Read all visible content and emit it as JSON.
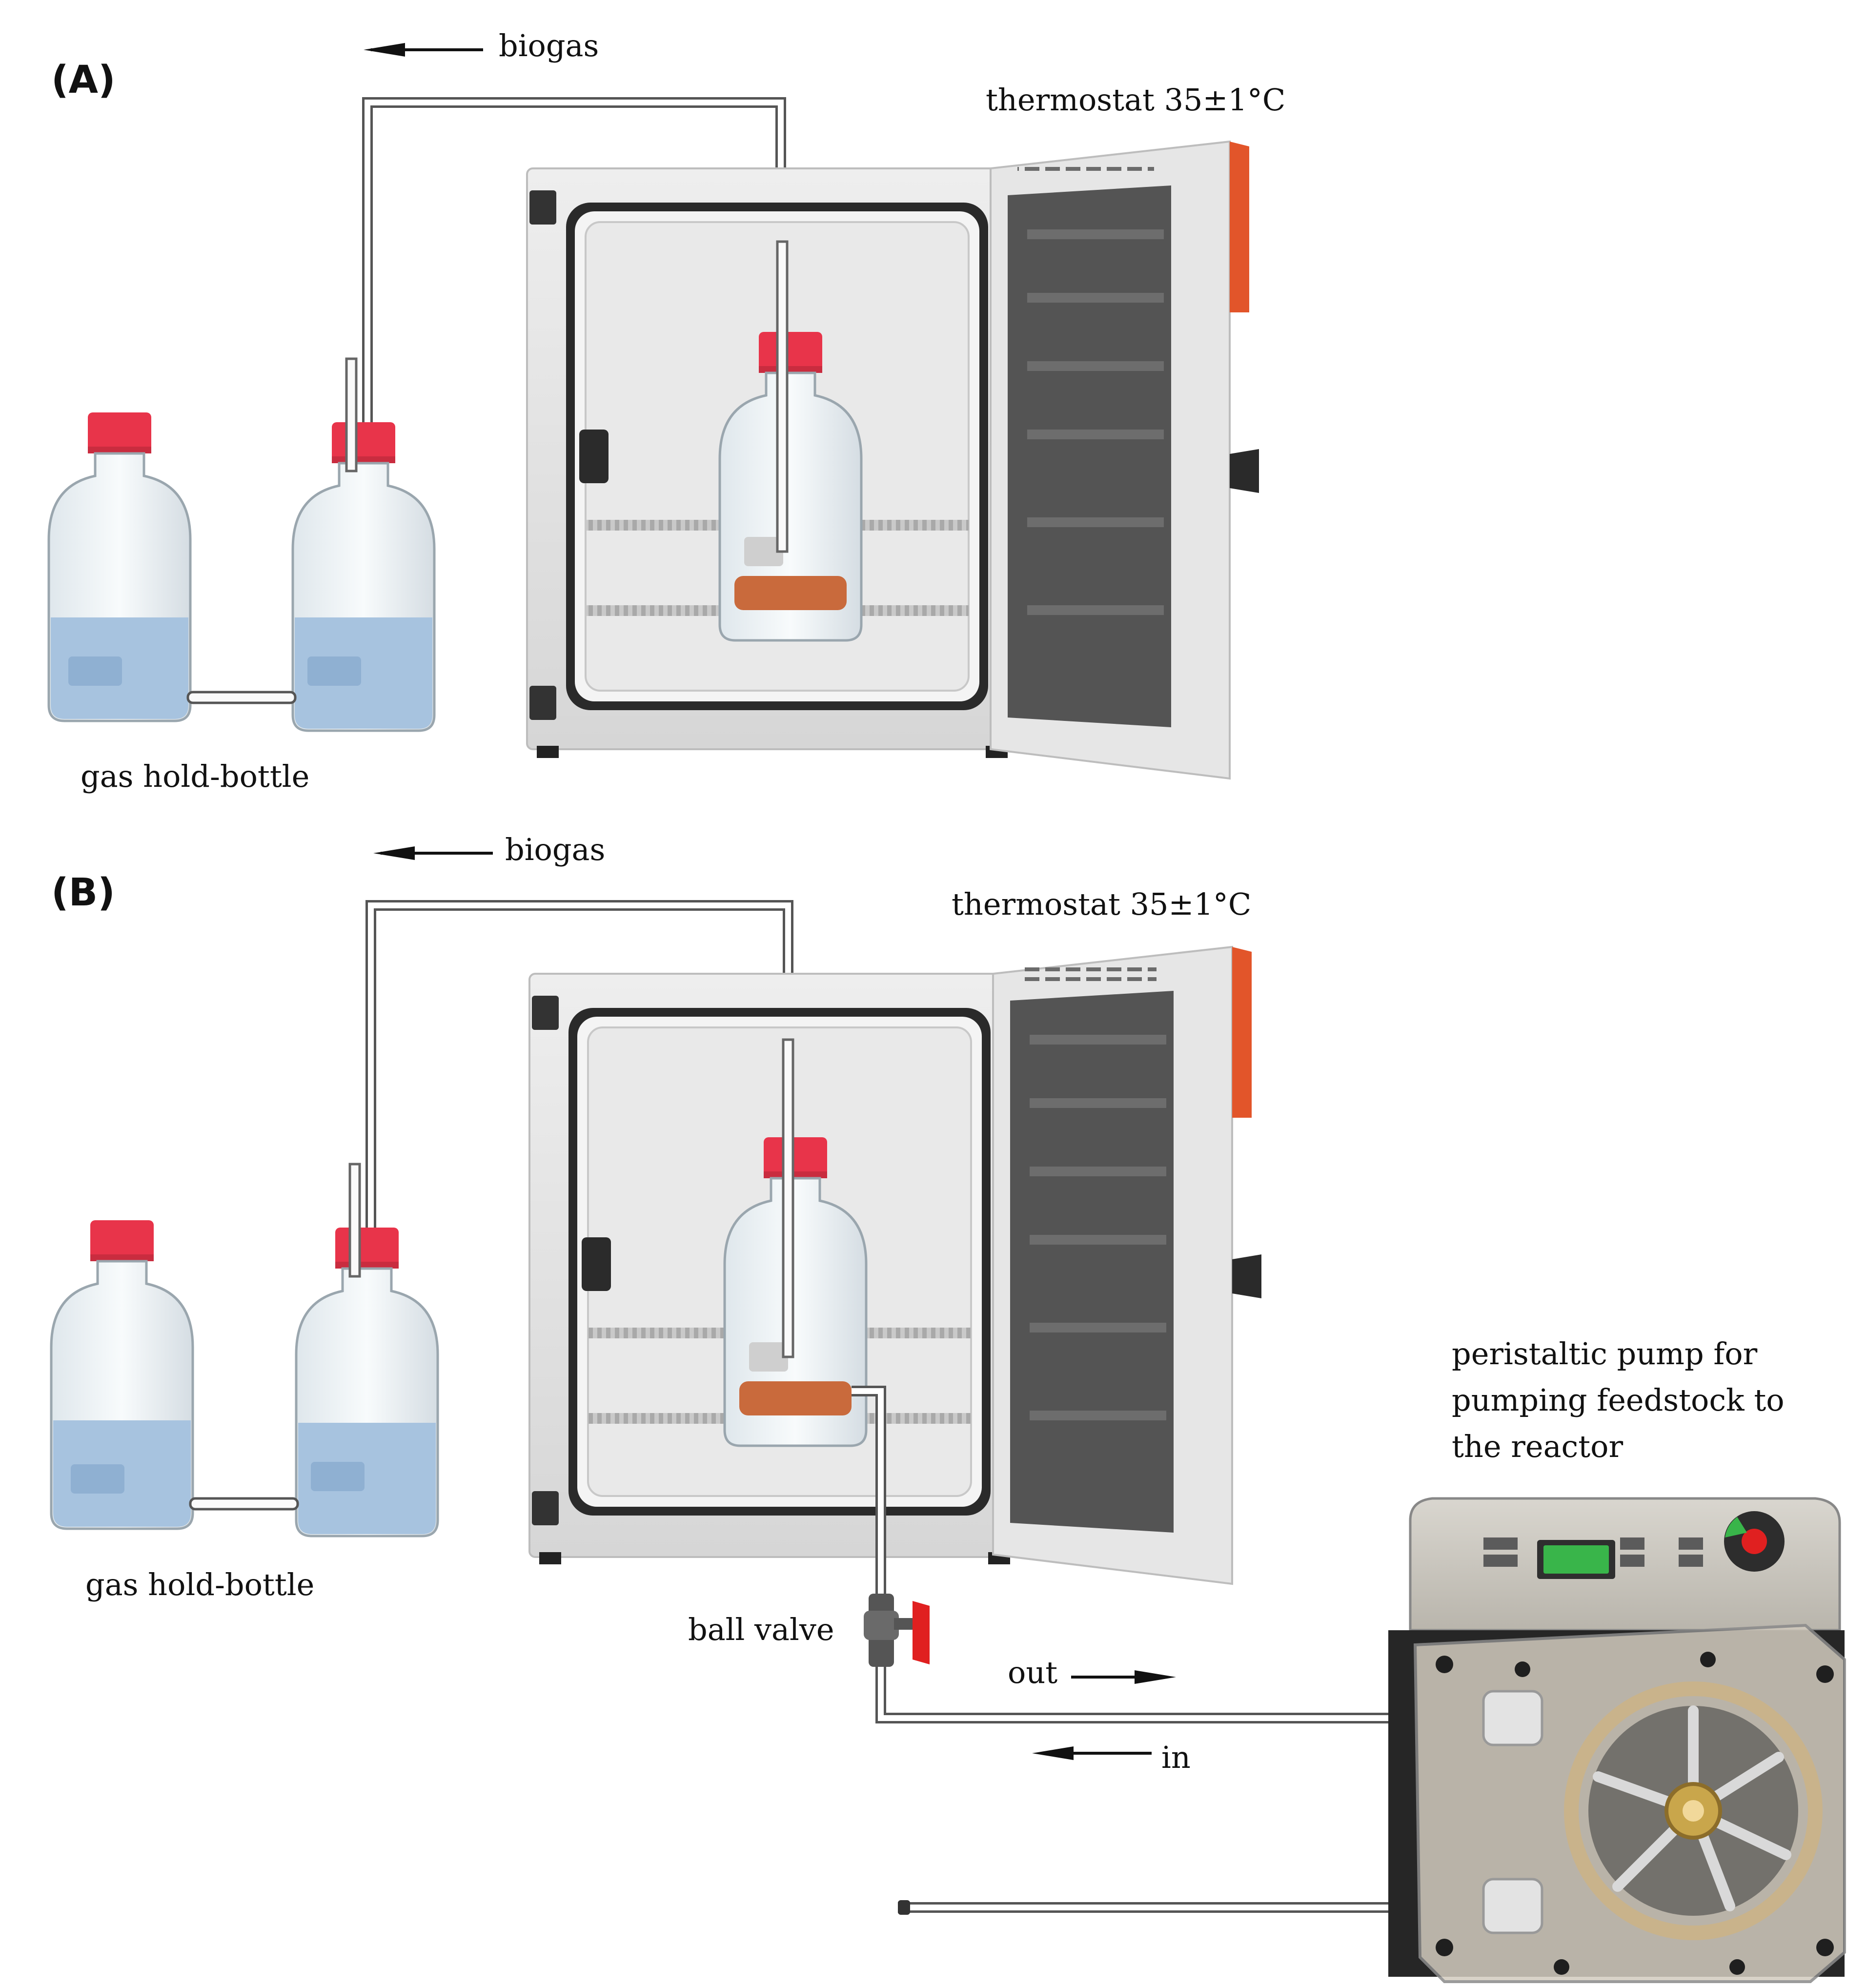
{
  "panel_a": {
    "label": "(A)",
    "gas_label": "biogas",
    "thermostat_label": "thermostat 35±1°C",
    "bottle_label": "gas hold-bottle"
  },
  "panel_b": {
    "label": "(B)",
    "gas_label": "biogas",
    "thermostat_label": "thermostat 35±1°C",
    "bottle_label": "gas hold-bottle",
    "valve_label": "ball valve",
    "out_label": "out",
    "in_label": "in",
    "pump_label_lines": [
      "peristaltic pump for",
      "pumping feedstock to",
      "the reactor"
    ]
  },
  "colors": {
    "cap": "#e8344a",
    "water": "#a7c3df",
    "substrate": "#c96a3c",
    "incubator_body": "#dedede",
    "door_accent": "#e2552a",
    "pump_display": "#39b54a",
    "valve_handle": "#e02020"
  }
}
